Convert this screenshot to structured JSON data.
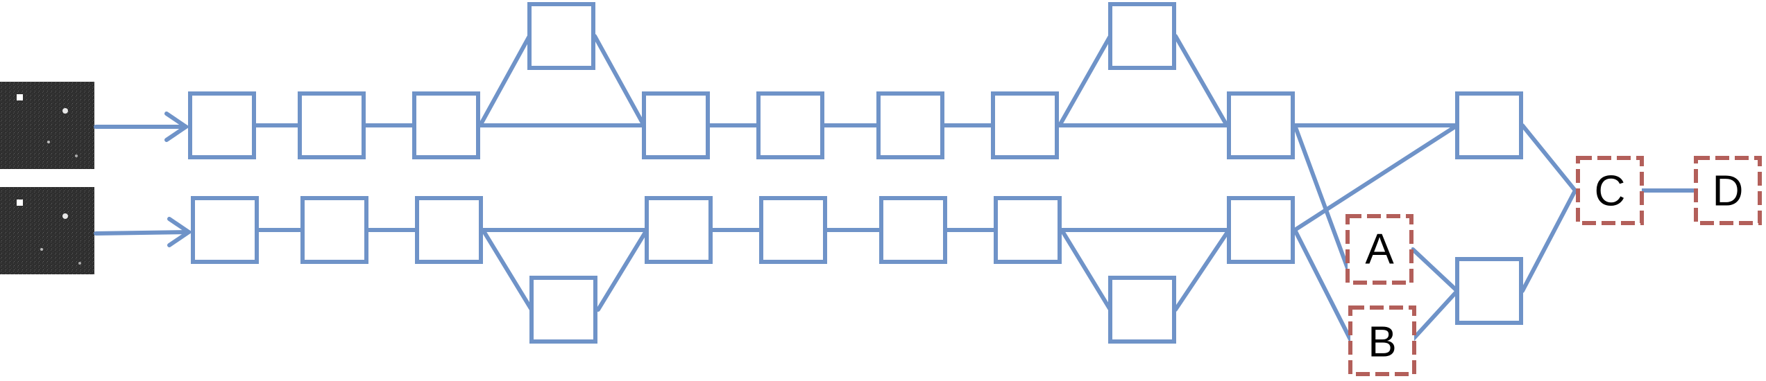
{
  "colors": {
    "node_stroke": "#6f93c8",
    "highlight_stroke": "#b35f5a",
    "background": "#ffffff",
    "image_bg": "#2a2a2a"
  },
  "inputs": [
    {
      "name": "input-image-top",
      "description_icon": "star-field-image"
    },
    {
      "name": "input-image-bottom",
      "description_icon": "star-field-image"
    }
  ],
  "labels": {
    "a": "A",
    "b": "B",
    "c": "C",
    "d": "D"
  }
}
